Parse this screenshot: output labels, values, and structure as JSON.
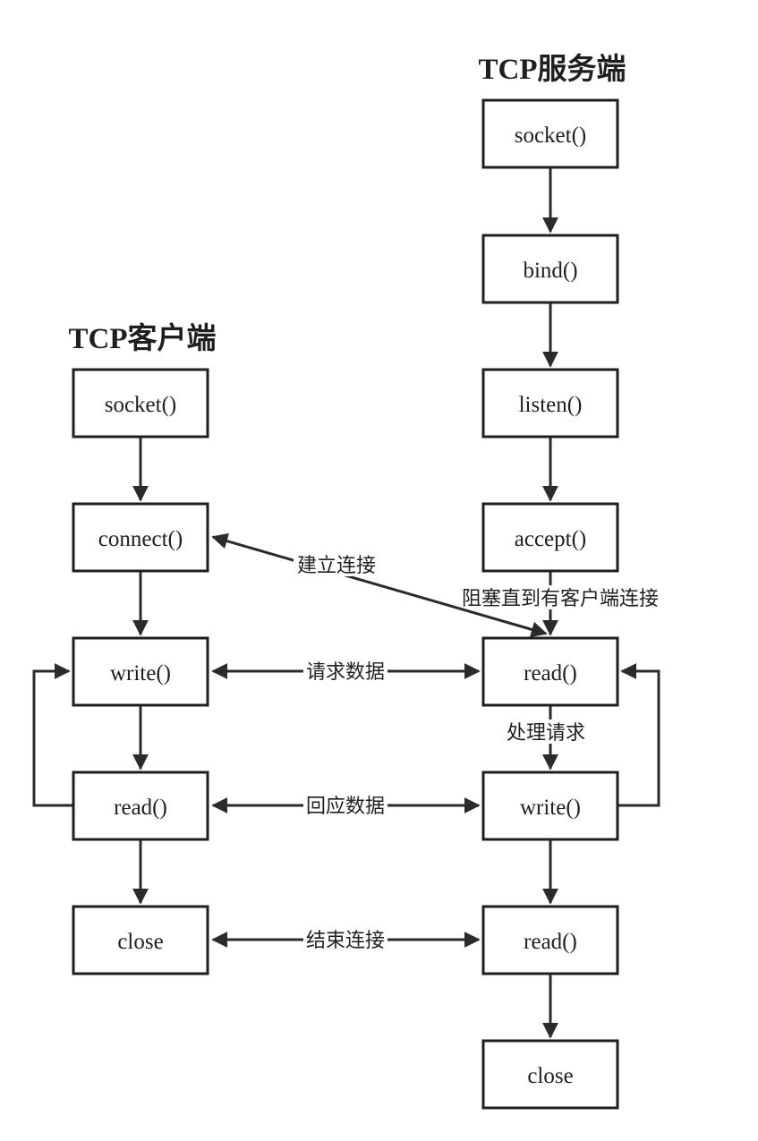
{
  "diagram": {
    "server": {
      "title": "TCP服务端",
      "steps": [
        "socket()",
        "bind()",
        "listen()",
        "accept()",
        "read()",
        "write()",
        "read()",
        "close"
      ]
    },
    "client": {
      "title": "TCP客户端",
      "steps": [
        "socket()",
        "connect()",
        "write()",
        "read()",
        "close"
      ]
    },
    "labels": {
      "establish_connection": "建立连接",
      "block_until_client": "阻塞直到有客户端连接",
      "request_data": "请求数据",
      "process_request": "处理请求",
      "response_data": "回应数据",
      "end_connection": "结束连接"
    },
    "colors": {
      "line": "#2b2b2b",
      "box_border": "#1f1f1f",
      "text": "#1f1f1f",
      "background": "#ffffff"
    }
  }
}
